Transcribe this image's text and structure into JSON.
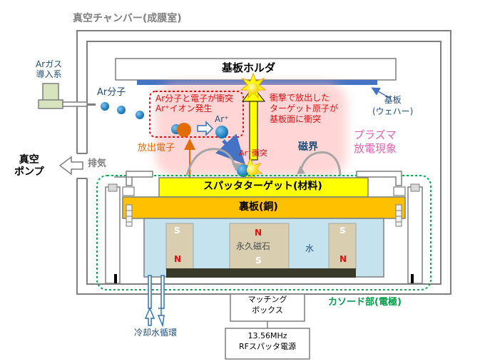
{
  "labels": {
    "chamber_title": "真空チャンバー(成膜室)",
    "ar_gas_line1": "Arガス",
    "ar_gas_line2": "導入系",
    "ar_molecule": "Ar分子",
    "substrate_holder": "基板ホルダ",
    "collision_line1": "Ar分子と電子が衝突",
    "collision_line2": "Ar⁺イオン発生",
    "ar_ion": "Ar⁺",
    "impact_line1": "衝撃で放出した",
    "impact_line2": "ターゲット原子が",
    "impact_line3": "基板面に衝突",
    "substrate_line1": "基板",
    "substrate_line2": "(ウェハー)",
    "emitted_electron": "放出電子",
    "plasma_line1": "プラズマ",
    "plasma_line2": "放電現象",
    "ar_impact": "Ar⁺衝突",
    "magnetic_field": "磁界",
    "vacuum_pump_line1": "真空",
    "vacuum_pump_line2": "ポンプ",
    "exhaust": "排気",
    "sputter_target": "スパッタターゲット(材料)",
    "backing_plate": "裏板(銅)",
    "magnet_s": "S",
    "magnet_n": "N",
    "permanent_magnet": "永久磁石",
    "water": "水",
    "cooling_water": "冷却水循環",
    "cathode": "カソード部(電極)",
    "matching_line1": "マッチング",
    "matching_line2": "ボックス",
    "rf_line1": "13.56MHz",
    "rf_line2": "RFスパッタ電源"
  },
  "colors": {
    "chamber_outline": "#7f7f7f",
    "target": "#ffff00",
    "backing": "#ffc000",
    "water": "#c5e3ee",
    "magnet": "#d9cfb0",
    "yoke": "#3a3a2a",
    "substrate": "#4472c4",
    "ar_particle": "#1c8ad0",
    "electron": "#e36c09",
    "plasma_glow": "#ff9999",
    "cathode_outline": "#00b050",
    "collision_outline": "#e01010"
  }
}
